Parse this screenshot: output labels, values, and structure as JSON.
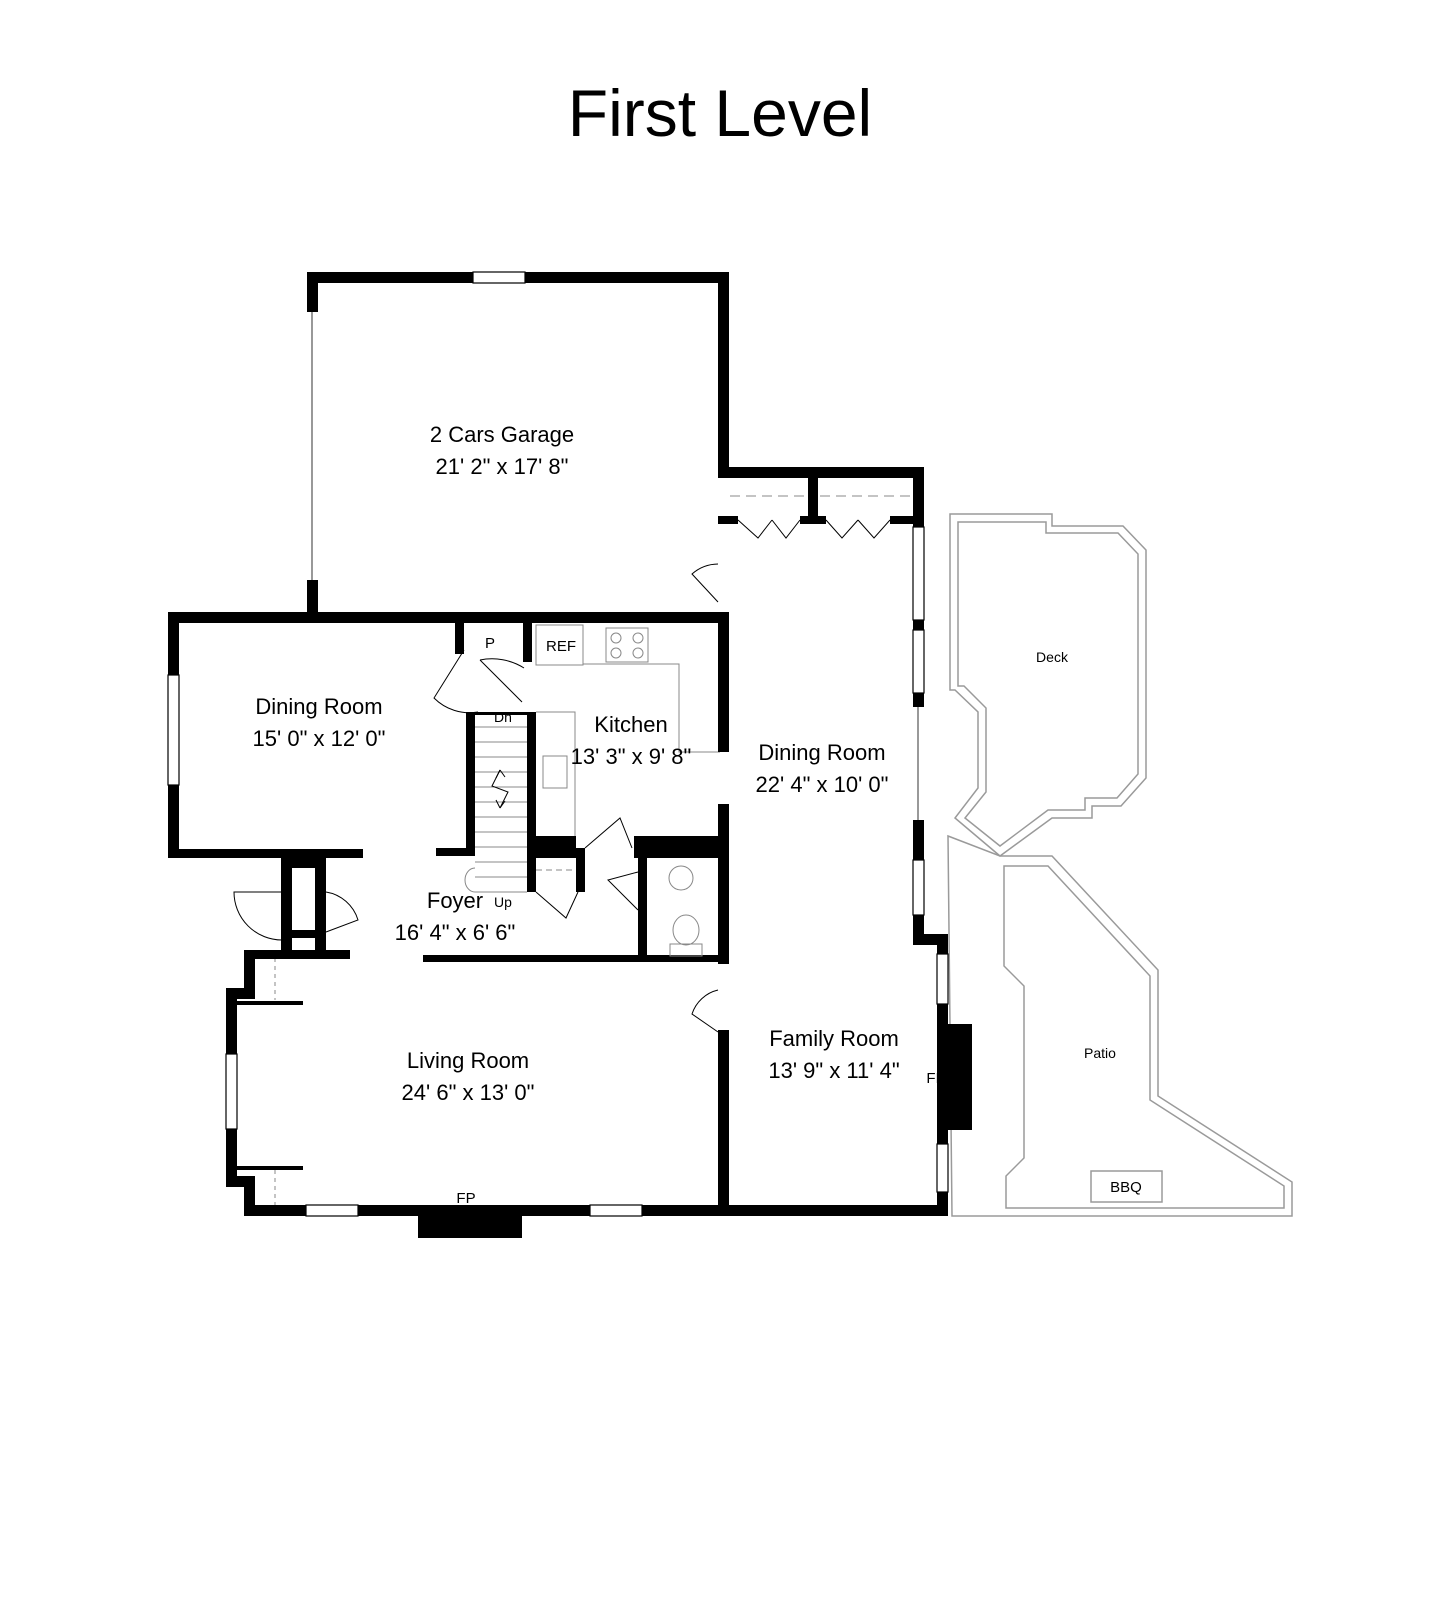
{
  "title": "First Level",
  "rooms": {
    "garage": {
      "name": "2 Cars  Garage",
      "dims": "21' 2\" x 17' 8\""
    },
    "dining_left": {
      "name": "Dining Room",
      "dims": "15' 0\" x 12' 0\""
    },
    "kitchen": {
      "name": "Kitchen",
      "dims": "13' 3\" x 9' 8\""
    },
    "dining_right": {
      "name": "Dining Room",
      "dims": "22' 4\" x 10' 0\""
    },
    "foyer": {
      "name": "Foyer",
      "dims": "16' 4\" x 6' 6\""
    },
    "living": {
      "name": "Living Room",
      "dims": "24' 6\" x 13' 0\""
    },
    "family": {
      "name": "Family Room",
      "dims": "13' 9\" x 11' 4\""
    }
  },
  "outdoor": {
    "deck": "Deck",
    "patio": "Patio",
    "bbq": "BBQ"
  },
  "fixtures": {
    "pantry": "P",
    "ref": "REF",
    "stairs_down": "Dn",
    "stairs_up": "Up",
    "fireplace_family": "FP",
    "fireplace_living": "FP"
  }
}
